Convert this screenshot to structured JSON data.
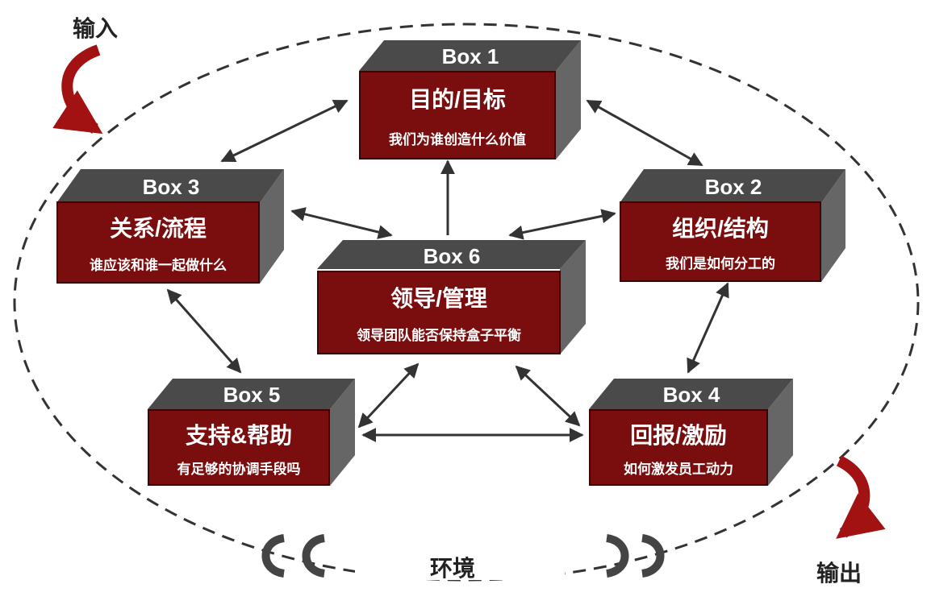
{
  "labels": {
    "input": "输入",
    "output": "输出",
    "environment": "环境"
  },
  "colors": {
    "front": "#7a0d0d",
    "top": "#4a4a4a",
    "side": "#666666",
    "arrow": "#333333",
    "curl": "#a31212"
  },
  "boxes": [
    {
      "id": "box1",
      "header": "Box 1",
      "title": "目的/目标",
      "subtitle": "我们为谁创造什么价值"
    },
    {
      "id": "box2",
      "header": "Box 2",
      "title": "组织/结构",
      "subtitle": "我们是如何分工的"
    },
    {
      "id": "box3",
      "header": "Box 3",
      "title": "关系/流程",
      "subtitle": "谁应该和谁一起做什么"
    },
    {
      "id": "box4",
      "header": "Box 4",
      "title": "回报/激励",
      "subtitle": "如何激发员工动力"
    },
    {
      "id": "box5",
      "header": "Box 5",
      "title": "支持&帮助",
      "subtitle": "有足够的协调手段吗"
    },
    {
      "id": "box6",
      "header": "Box 6",
      "title": "领导/管理",
      "subtitle": "领导团队能否保持盒子平衡"
    }
  ]
}
